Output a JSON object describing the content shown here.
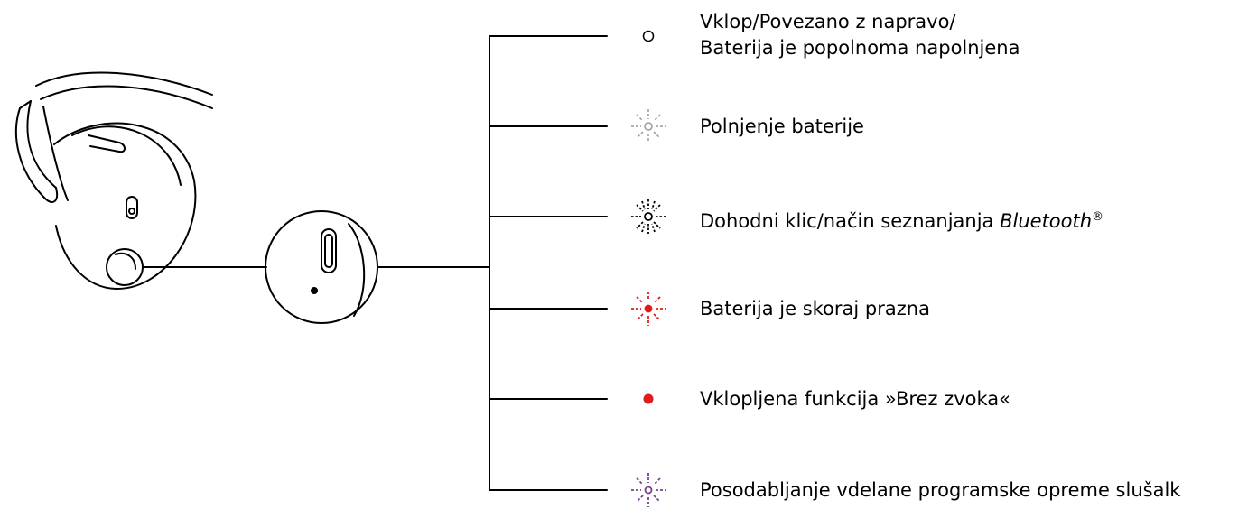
{
  "legend": [
    {
      "lines": [
        "Vklop/Povezano z napravo/",
        "Baterija je popolnoma napolnjena"
      ],
      "icon": "led-solid-white-icon",
      "color": "#000000"
    },
    {
      "lines": [
        "Polnjenje baterije"
      ],
      "icon": "led-pulsing-white-icon",
      "color": "#9a9a9a"
    },
    {
      "lines": [
        "Dohodni klic/način seznanjanja "
      ],
      "italic": "Bluetooth",
      "sup": "®",
      "icon": "led-blinking-white-icon",
      "color": "#000000"
    },
    {
      "lines": [
        "Baterija je skoraj prazna"
      ],
      "icon": "led-blinking-red-icon",
      "color": "#e01b1b"
    },
    {
      "lines": [
        "Vklopljena funkcija »Brez zvoka«"
      ],
      "icon": "led-solid-red-icon",
      "color": "#e01b1b"
    },
    {
      "lines": [
        "Posodabljanje vdelane programske opreme slušalk"
      ],
      "icon": "led-blinking-purple-icon",
      "color": "#7a3e8e"
    }
  ]
}
